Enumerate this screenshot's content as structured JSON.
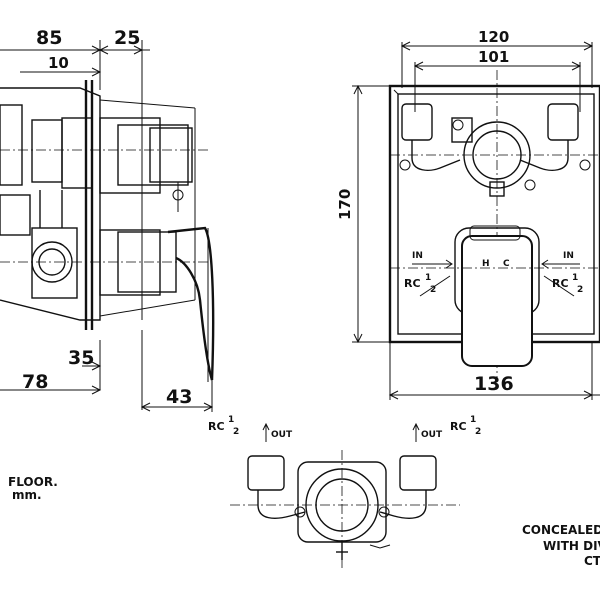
{
  "side_view": {
    "dim_85": "85",
    "dim_25": "25",
    "dim_10": "10",
    "dim_35": "35",
    "dim_78": "78",
    "dim_43": "43",
    "floor_label": "FLOOR.",
    "mm_label": "mm."
  },
  "front_view": {
    "dim_120": "120",
    "dim_101": "101",
    "dim_170": "170",
    "dim_136": "136",
    "in_left": "IN",
    "in_right": "IN",
    "rc_left": "RC",
    "rc_right": "RC",
    "half_num": "1",
    "half_den": "2"
  },
  "bottom_view": {
    "rc_left": "RC",
    "rc_right": "RC",
    "out_left": "OUT",
    "out_right": "OUT",
    "half_num": "1",
    "half_den": "2"
  },
  "caption": {
    "line1": "CONCEALED",
    "line2": "WITH DIV",
    "line3": "CT"
  }
}
